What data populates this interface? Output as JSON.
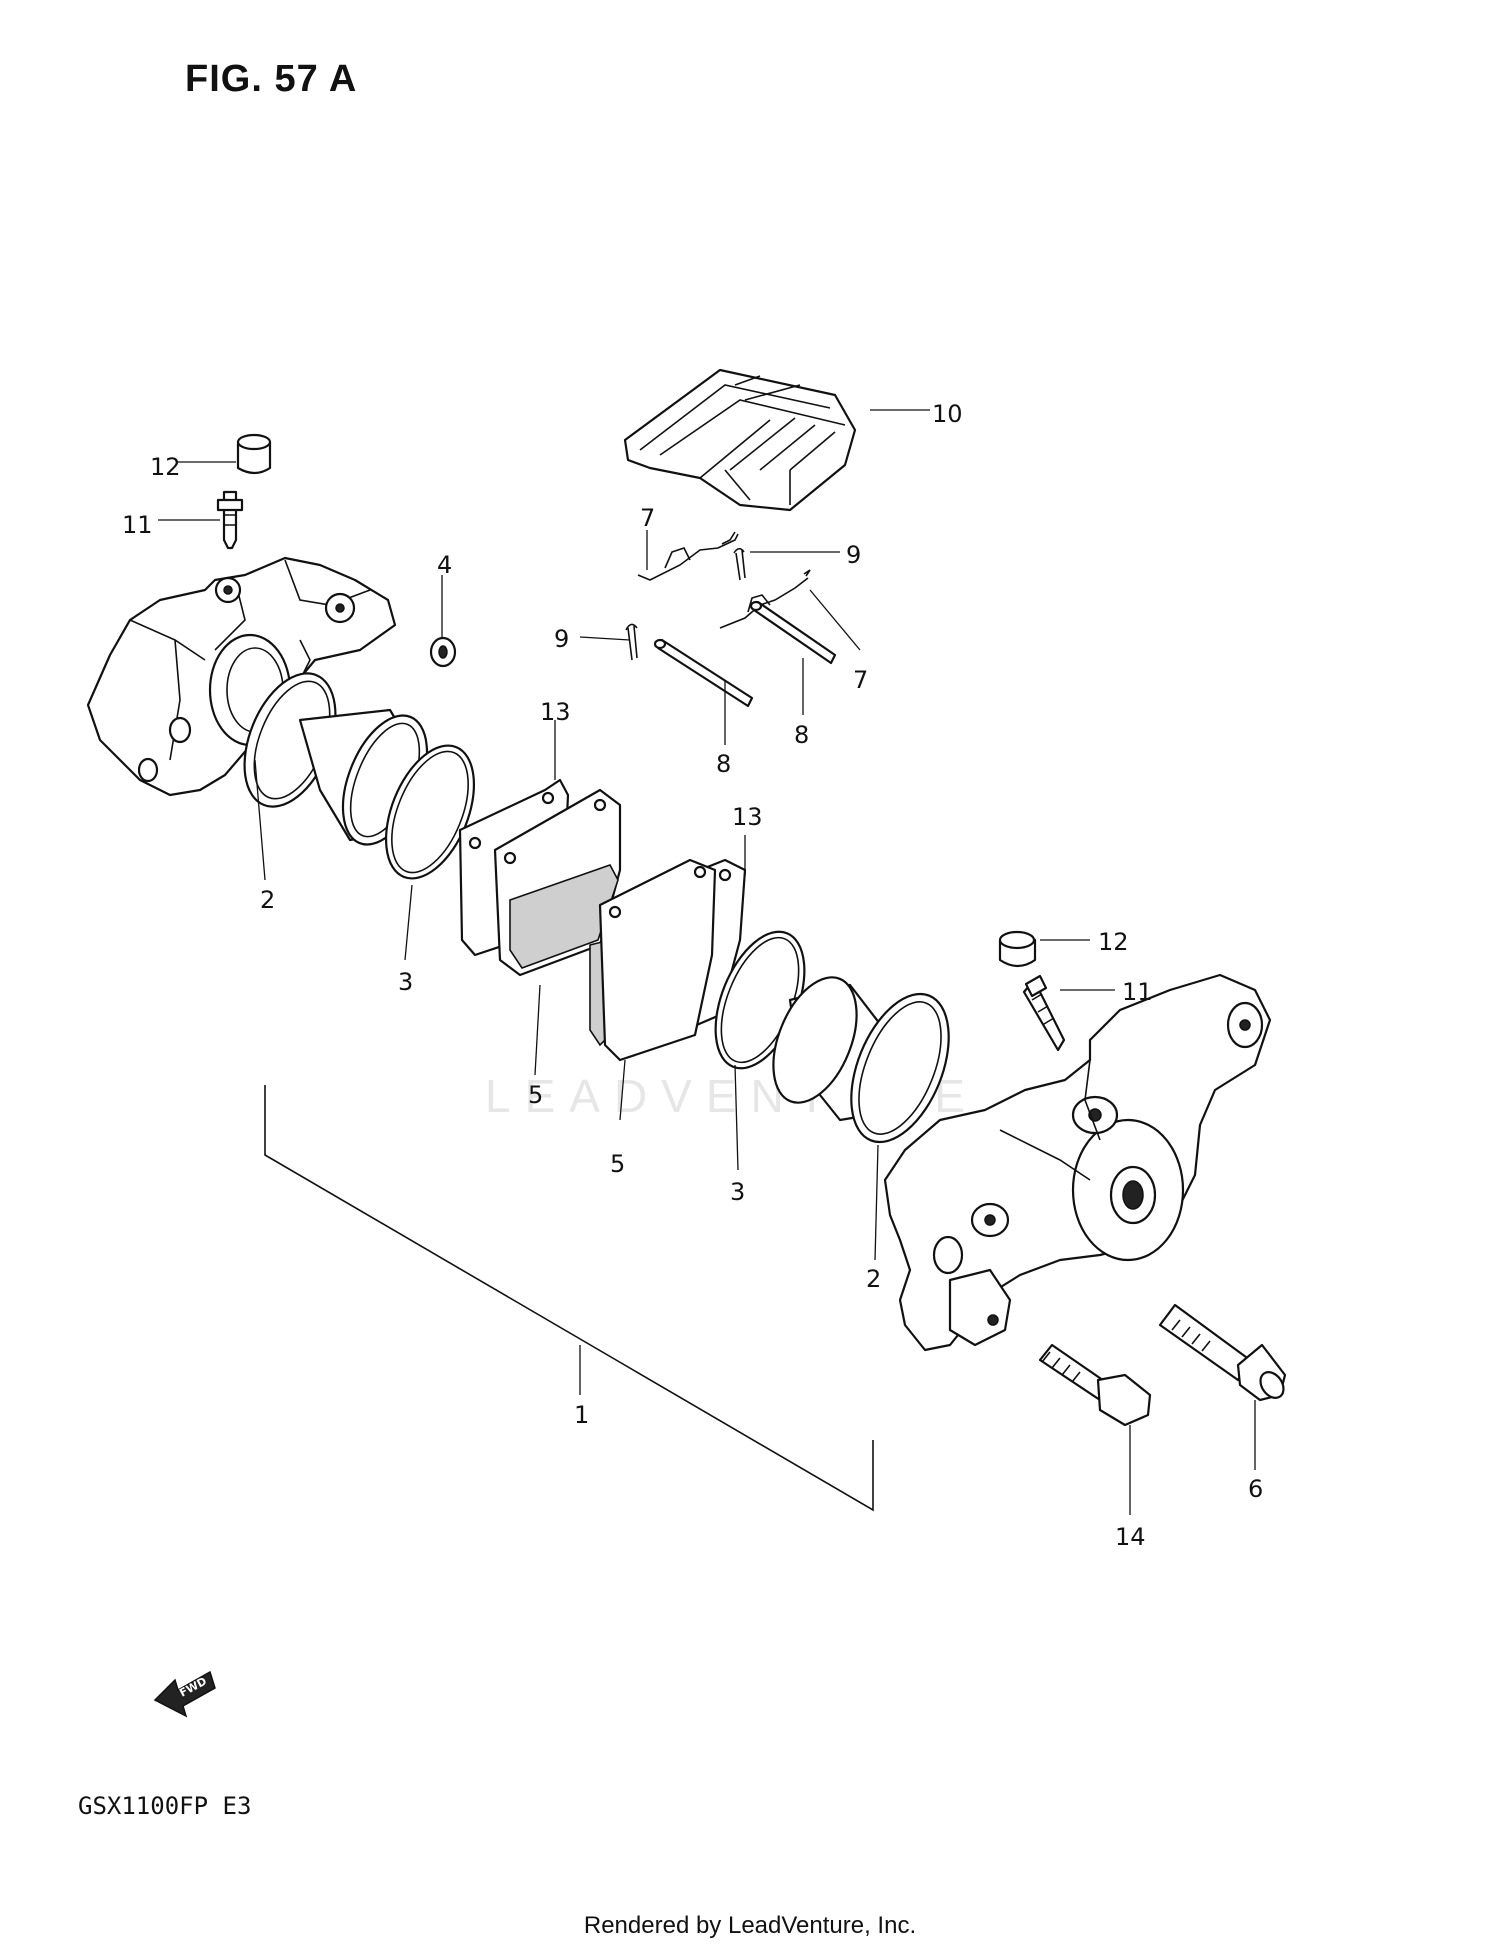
{
  "figure_title": "FIG. 57 A",
  "model_code": "GSX1100FP  E3",
  "footer": "Rendered by LeadVenture, Inc.",
  "watermark": "LEADVENTURE",
  "callouts": {
    "c1": "1",
    "c2a": "2",
    "c2b": "2",
    "c3a": "3",
    "c3b": "3",
    "c4": "4",
    "c5a": "5",
    "c5b": "5",
    "c6": "6",
    "c7a": "7",
    "c7b": "7",
    "c8a": "8",
    "c8b": "8",
    "c9a": "9",
    "c9b": "9",
    "c10": "10",
    "c11a": "11",
    "c11b": "11",
    "c12a": "12",
    "c12b": "12",
    "c13a": "13",
    "c13b": "13",
    "c14": "14"
  },
  "icons": {
    "direction": "fwd-arrow-icon"
  },
  "fwd_label": "FWD"
}
